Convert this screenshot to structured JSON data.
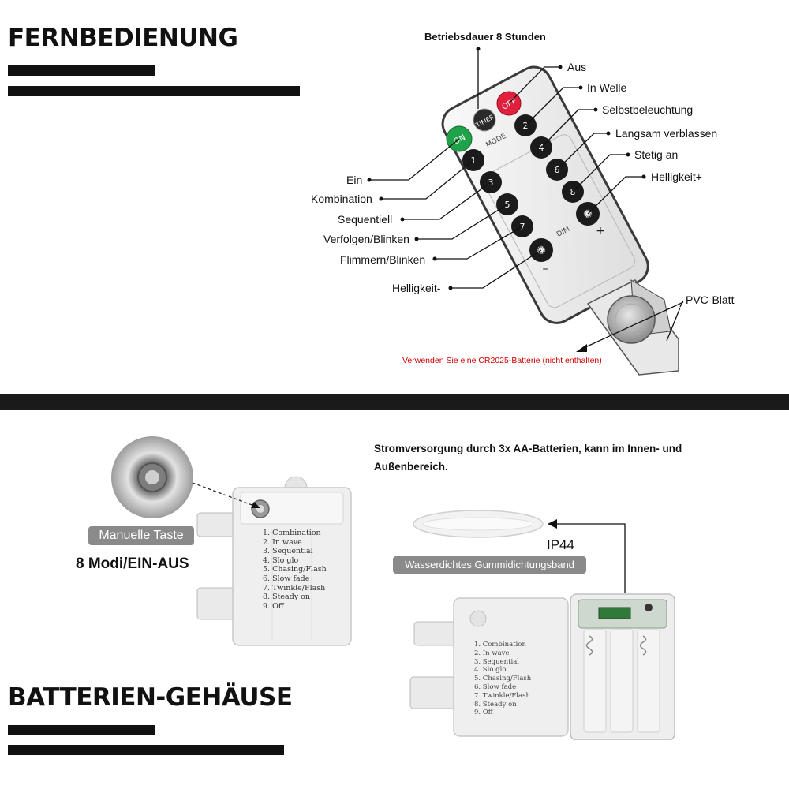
{
  "remote_section": {
    "heading": "FERNBEDIENUNG",
    "runtime_note": "Betriebsdauer 8 Stunden",
    "left_labels": [
      "Ein",
      "Kombination",
      "Sequentiell",
      "Verfolgen/Blinken",
      "Flimmern/Blinken",
      "Helligkeit-"
    ],
    "right_labels": [
      "Aus",
      "In Welle",
      "Selbstbeleuchtung",
      "Langsam verblassen",
      "Stetig an",
      "Helligkeit+"
    ],
    "battery_sheet_label": "PVC-Blatt",
    "battery_note": "Verwenden Sie eine CR2025-Batterie (nicht enthalten)",
    "remote": {
      "timer": "TIMER",
      "on": "ON",
      "off": "OFF",
      "mode": "MODE",
      "dim": "DIM",
      "plus": "+",
      "minus": "–",
      "number_keys": [
        "1",
        "2",
        "3",
        "4",
        "5",
        "6",
        "7",
        "8"
      ]
    }
  },
  "battery_section": {
    "heading": "BATTERIEN-GEHÄUSE",
    "manual_button_label": "Manuelle Taste",
    "modes_summary": "8 Modi/EIN-AUS",
    "power_note": "Stromversorgung durch 3x AA-Batterien, kann im Innen- und Außenbereich.",
    "ip_rating": "IP44",
    "seal_label": "Wasserdichtes Gummidichtungsband",
    "mode_list": [
      "1. Combination",
      "2. In wave",
      "3. Sequential",
      "4. Slo glo",
      "5. Chasing/Flash",
      "6. Slow fade",
      "7. Twinkle/Flash",
      "8. Steady on",
      "9. Off"
    ],
    "mode_list_small": [
      "1. Combination",
      "2. In wave",
      "3. Sequential",
      "4. Slo glo",
      "5. Chasing/Flash",
      "6. Slow fade",
      "7. Twinkle/Flash",
      "8. Steady on",
      "9. Off"
    ]
  },
  "colors": {
    "on_button": "#1fa24a",
    "off_button": "#e0203c",
    "key": "#1b1b1b",
    "remote_body": "#f1f1f1",
    "note_red": "#d40000",
    "divider": "#1a1a1a",
    "pill": "#8a8a8a"
  }
}
